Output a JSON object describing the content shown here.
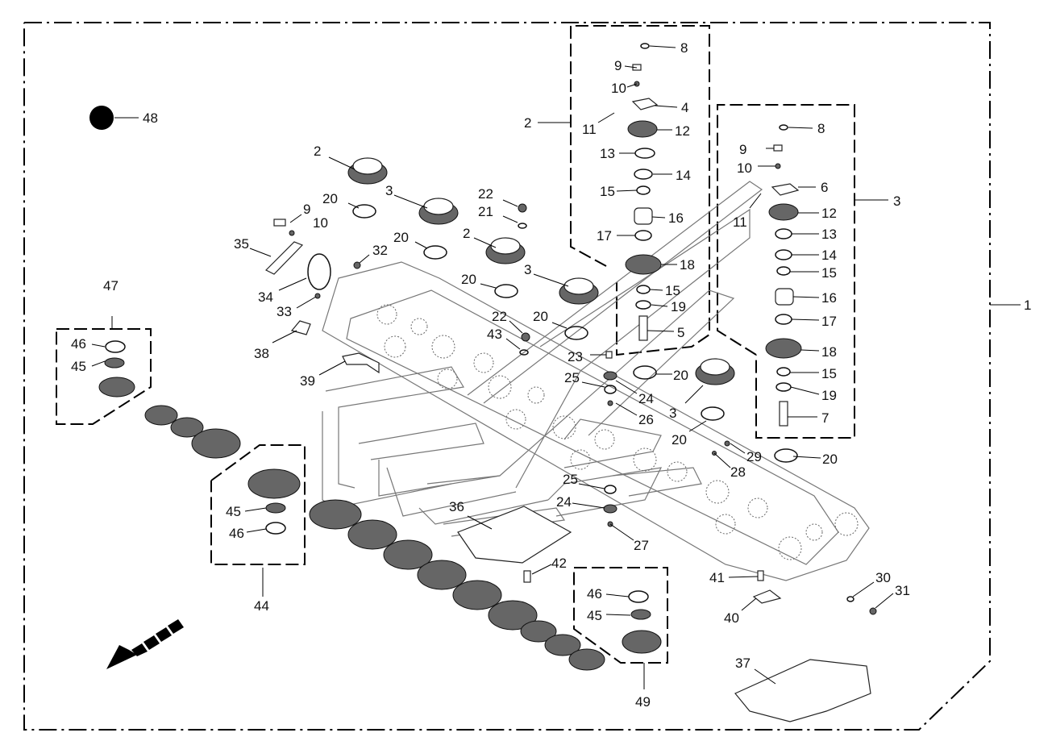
{
  "diagram": {
    "labels": [
      {
        "id": "l48",
        "text": "48"
      },
      {
        "id": "l2a",
        "text": "2"
      },
      {
        "id": "l3a",
        "text": "3"
      },
      {
        "id": "l2b",
        "text": "2"
      },
      {
        "id": "l3b",
        "text": "3"
      },
      {
        "id": "l20a",
        "text": "20"
      },
      {
        "id": "l20b",
        "text": "20"
      },
      {
        "id": "l20c",
        "text": "20"
      },
      {
        "id": "l20d",
        "text": "20"
      },
      {
        "id": "l9a",
        "text": "9"
      },
      {
        "id": "l10a",
        "text": "10"
      },
      {
        "id": "l35",
        "text": "35"
      },
      {
        "id": "l32",
        "text": "32"
      },
      {
        "id": "l34",
        "text": "34"
      },
      {
        "id": "l33",
        "text": "33"
      },
      {
        "id": "l38",
        "text": "38"
      },
      {
        "id": "l39",
        "text": "39"
      },
      {
        "id": "l22a",
        "text": "22"
      },
      {
        "id": "l21",
        "text": "21"
      },
      {
        "id": "l22b",
        "text": "22"
      },
      {
        "id": "l43",
        "text": "43"
      },
      {
        "id": "l47",
        "text": "47"
      },
      {
        "id": "l46a",
        "text": "46"
      },
      {
        "id": "l45a",
        "text": "45"
      },
      {
        "id": "l8a",
        "text": "8"
      },
      {
        "id": "l9b",
        "text": "9"
      },
      {
        "id": "l10b",
        "text": "10"
      },
      {
        "id": "l4",
        "text": "4"
      },
      {
        "id": "l11a",
        "text": "11"
      },
      {
        "id": "l12a",
        "text": "12"
      },
      {
        "id": "l2c",
        "text": "2"
      },
      {
        "id": "l13a",
        "text": "13"
      },
      {
        "id": "l14a",
        "text": "14"
      },
      {
        "id": "l15a",
        "text": "15"
      },
      {
        "id": "l16a",
        "text": "16"
      },
      {
        "id": "l17a",
        "text": "17"
      },
      {
        "id": "l18a",
        "text": "18"
      },
      {
        "id": "l15b",
        "text": "15"
      },
      {
        "id": "l19a",
        "text": "19"
      },
      {
        "id": "l5",
        "text": "5"
      },
      {
        "id": "l8b",
        "text": "8"
      },
      {
        "id": "l9c",
        "text": "9"
      },
      {
        "id": "l10c",
        "text": "10"
      },
      {
        "id": "l6",
        "text": "6"
      },
      {
        "id": "l11b",
        "text": "11"
      },
      {
        "id": "l12b",
        "text": "12"
      },
      {
        "id": "l3c",
        "text": "3"
      },
      {
        "id": "l13b",
        "text": "13"
      },
      {
        "id": "l14b",
        "text": "14"
      },
      {
        "id": "l15c",
        "text": "15"
      },
      {
        "id": "l16b",
        "text": "16"
      },
      {
        "id": "l17b",
        "text": "17"
      },
      {
        "id": "l18b",
        "text": "18"
      },
      {
        "id": "l15d",
        "text": "15"
      },
      {
        "id": "l19b",
        "text": "19"
      },
      {
        "id": "l7",
        "text": "7"
      },
      {
        "id": "l1",
        "text": "1"
      },
      {
        "id": "l23",
        "text": "23"
      },
      {
        "id": "l20e",
        "text": "20"
      },
      {
        "id": "l25a",
        "text": "25"
      },
      {
        "id": "l24a",
        "text": "24"
      },
      {
        "id": "l26",
        "text": "26"
      },
      {
        "id": "l3d",
        "text": "3"
      },
      {
        "id": "l20f",
        "text": "20"
      },
      {
        "id": "l29",
        "text": "29"
      },
      {
        "id": "l28",
        "text": "28"
      },
      {
        "id": "l20g",
        "text": "20"
      },
      {
        "id": "l25b",
        "text": "25"
      },
      {
        "id": "l24b",
        "text": "24"
      },
      {
        "id": "l27",
        "text": "27"
      },
      {
        "id": "l36",
        "text": "36"
      },
      {
        "id": "l42",
        "text": "42"
      },
      {
        "id": "l41",
        "text": "41"
      },
      {
        "id": "l30",
        "text": "30"
      },
      {
        "id": "l31",
        "text": "31"
      },
      {
        "id": "l40",
        "text": "40"
      },
      {
        "id": "l44",
        "text": "44"
      },
      {
        "id": "l45b",
        "text": "45"
      },
      {
        "id": "l46b",
        "text": "46"
      },
      {
        "id": "l46c",
        "text": "46"
      },
      {
        "id": "l45c",
        "text": "45"
      },
      {
        "id": "l49",
        "text": "49"
      },
      {
        "id": "l37",
        "text": "37"
      }
    ]
  },
  "colors": {
    "ink": "#000000",
    "ghost": "#777777",
    "fill_dark": "#666666"
  },
  "icons": {
    "direction": "forward-arrow-icon",
    "marker": "filled-circle-icon"
  }
}
